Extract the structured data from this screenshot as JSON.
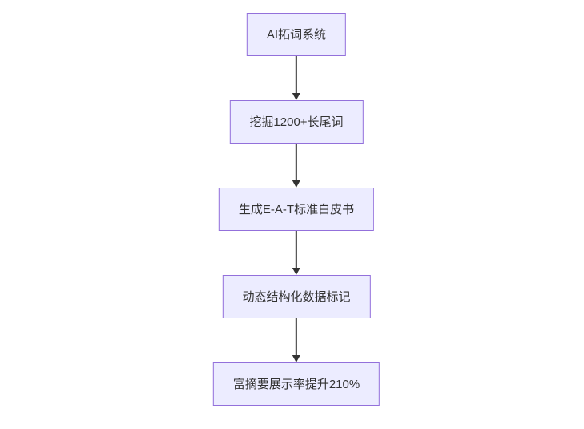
{
  "diagram": {
    "type": "flowchart",
    "direction": "top-down",
    "nodes": [
      {
        "id": "n1",
        "label": "AI拓词系统"
      },
      {
        "id": "n2",
        "label": "挖掘1200+长尾词"
      },
      {
        "id": "n3",
        "label": "生成E-A-T标准白皮书"
      },
      {
        "id": "n4",
        "label": "动态结构化数据标记"
      },
      {
        "id": "n5",
        "label": "富摘要展示率提升210%"
      }
    ],
    "edges": [
      {
        "from": "n1",
        "to": "n2"
      },
      {
        "from": "n2",
        "to": "n3"
      },
      {
        "from": "n3",
        "to": "n4"
      },
      {
        "from": "n4",
        "to": "n5"
      }
    ],
    "style": {
      "node_fill": "#ECECFF",
      "node_border": "#9370DB",
      "text_color": "#333333",
      "arrow_color": "#333333",
      "background": "#FFFFFF"
    }
  }
}
